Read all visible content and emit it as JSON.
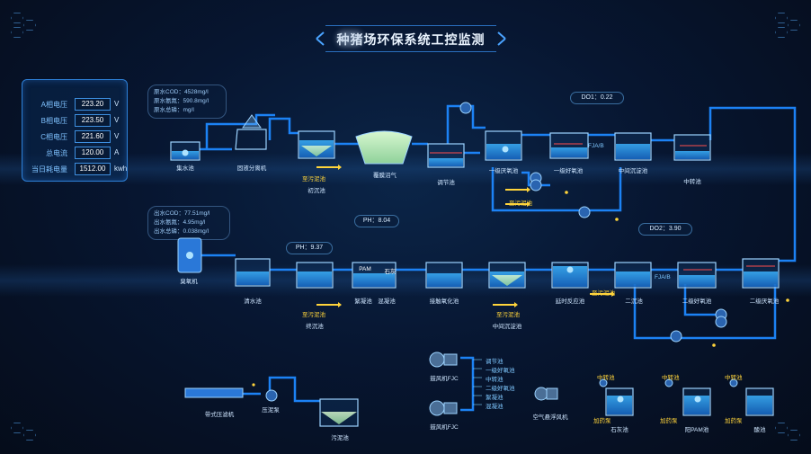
{
  "title": "种猪场环保系统工控监测",
  "voltage_panel": [
    {
      "label": "A相电压",
      "value": "223.20",
      "unit": "V"
    },
    {
      "label": "B相电压",
      "value": "223.50",
      "unit": "V"
    },
    {
      "label": "C相电压",
      "value": "221.60",
      "unit": "V"
    },
    {
      "label": "总电流",
      "value": "120.00",
      "unit": "A"
    },
    {
      "label": "当日耗电量",
      "value": "1512.00",
      "unit": "kwh"
    }
  ],
  "raw_water": {
    "cod": "原水COD：4528mg/l",
    "ammonia": "原水氨氮：590.8mg/l",
    "phosphorus": "原水总磷：mg/l"
  },
  "effluent": {
    "cod": "出水COD：77.51mg/l",
    "ammonia": "出水氨氮：4.95mg/l",
    "phosphorus": "出水总磷：0.038mg/l"
  },
  "readings": {
    "do1": "DO1：0.22",
    "do2": "DO2：3.90",
    "ph1": "PH：8.04",
    "ph2": "PH：9.37"
  },
  "labels": {
    "jishuichi": "集水池",
    "gysfl": "固液分离机",
    "chuchenchi": "初沉池",
    "yanqizhaoqi": "覆膜沼气",
    "tiaojiechi": "调节池",
    "yijiyanyang": "一级厌氧池",
    "yijihaoyang": "一级好氧池",
    "zhongjianchendian": "中间沉淀池",
    "zhongzhuanchi": "中转池",
    "fja_b1": "FJA/B",
    "fja_b2": "FJA/B",
    "to_wunichi_1": "至污泥池",
    "to_wunichi_2": "至污泥池",
    "to_wunichi_3": "至污泥池",
    "to_wunichi_4": "至污泥池",
    "to_wunichi_5": "至污泥池",
    "chouyangji": "臭氧机",
    "qingshuichi": "清水池",
    "zhongchenchi": "终沉池",
    "jiyaochi": "絮凝池",
    "hunningchi": "混凝池",
    "pam": "PAM",
    "shihui": "石灰",
    "jiechuyanghua": "接触氧化池",
    "zhongjianchendian2": "中间沉淀池",
    "fenshifanying": "延时反应池",
    "erjichendian": "二沉池",
    "erjihaoyang": "二级好氧池",
    "erjiyanyang": "二级厌氧池",
    "daishiyaliji": "带式压滤机",
    "yanibeng": "压泥泵",
    "wunichi": "污泥池",
    "fengji1": "鼓风机FJC",
    "fengji2": "鼓风机FJC",
    "kongqi_fuqi": "空气悬浮风机",
    "zhongzhuanchi_a": "中转池",
    "zhongzhuanchi_b": "中转池",
    "zhongzhuanchi_c": "中转池",
    "jiayaobeng_a": "加药泵",
    "jiayaobeng_b": "加药泵",
    "jiayaobeng_c": "加药泵",
    "shihuichi": "石灰池",
    "pamchi": "阳PAM池",
    "suanchi": "酸池"
  },
  "blower_targets": [
    "调节池",
    "一级好氧池",
    "中转池",
    "二级好氧池",
    "絮凝池",
    "混凝池"
  ],
  "colors": {
    "pipe": "#1e90ff",
    "pipe_glow": "#38bdf8",
    "water": "#29a3ff",
    "accent_yellow": "#ffd43b",
    "panel_border": "#2d7fd6"
  }
}
